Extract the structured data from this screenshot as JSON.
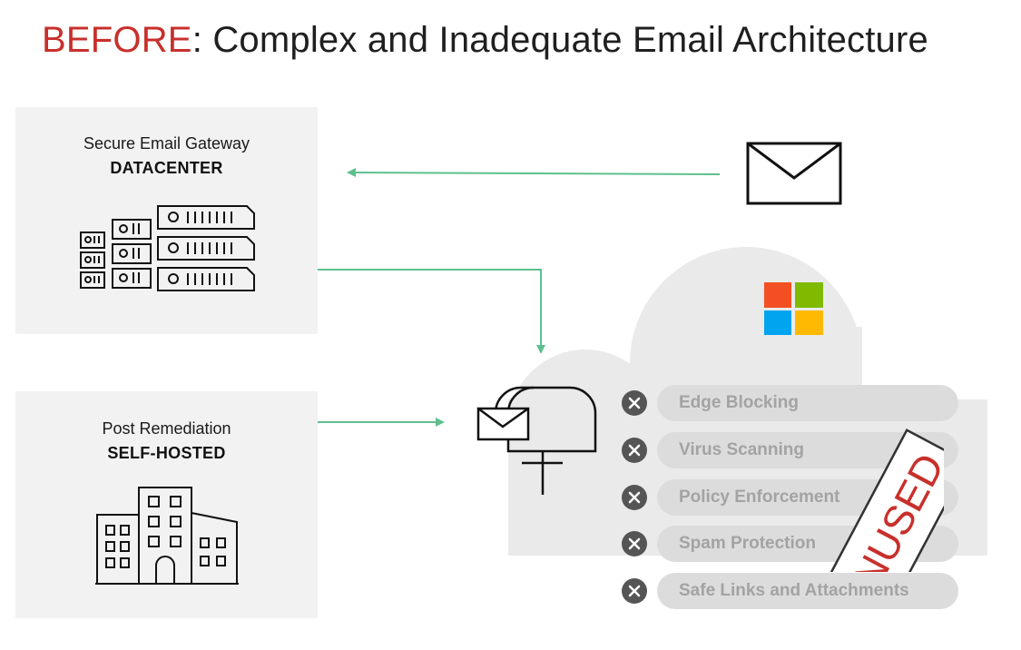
{
  "title": {
    "highlight": "BEFORE",
    "rest": ": Complex and Inadequate Email Architecture"
  },
  "colors": {
    "accent_red": "#c8302b",
    "arrow_green": "#5fbf8e",
    "panel_bg": "#f2f2f2",
    "cloud_bg": "#eaeaea"
  },
  "datacenter": {
    "label": "Secure Email Gateway",
    "sublabel": "DATACENTER",
    "icon": "server-rack-icon"
  },
  "selfhosted": {
    "label": "Post Remediation",
    "sublabel": "SELF-HOSTED",
    "icon": "office-building-icon"
  },
  "cloud": {
    "logo": "microsoft-logo-icon",
    "features": [
      {
        "label": "Edge Blocking"
      },
      {
        "label": "Virus Scanning"
      },
      {
        "label": "Policy Enforcement"
      },
      {
        "label": "Spam Protection"
      },
      {
        "label": "Safe Links and Attachments"
      }
    ],
    "stamp": "UNUSED"
  }
}
